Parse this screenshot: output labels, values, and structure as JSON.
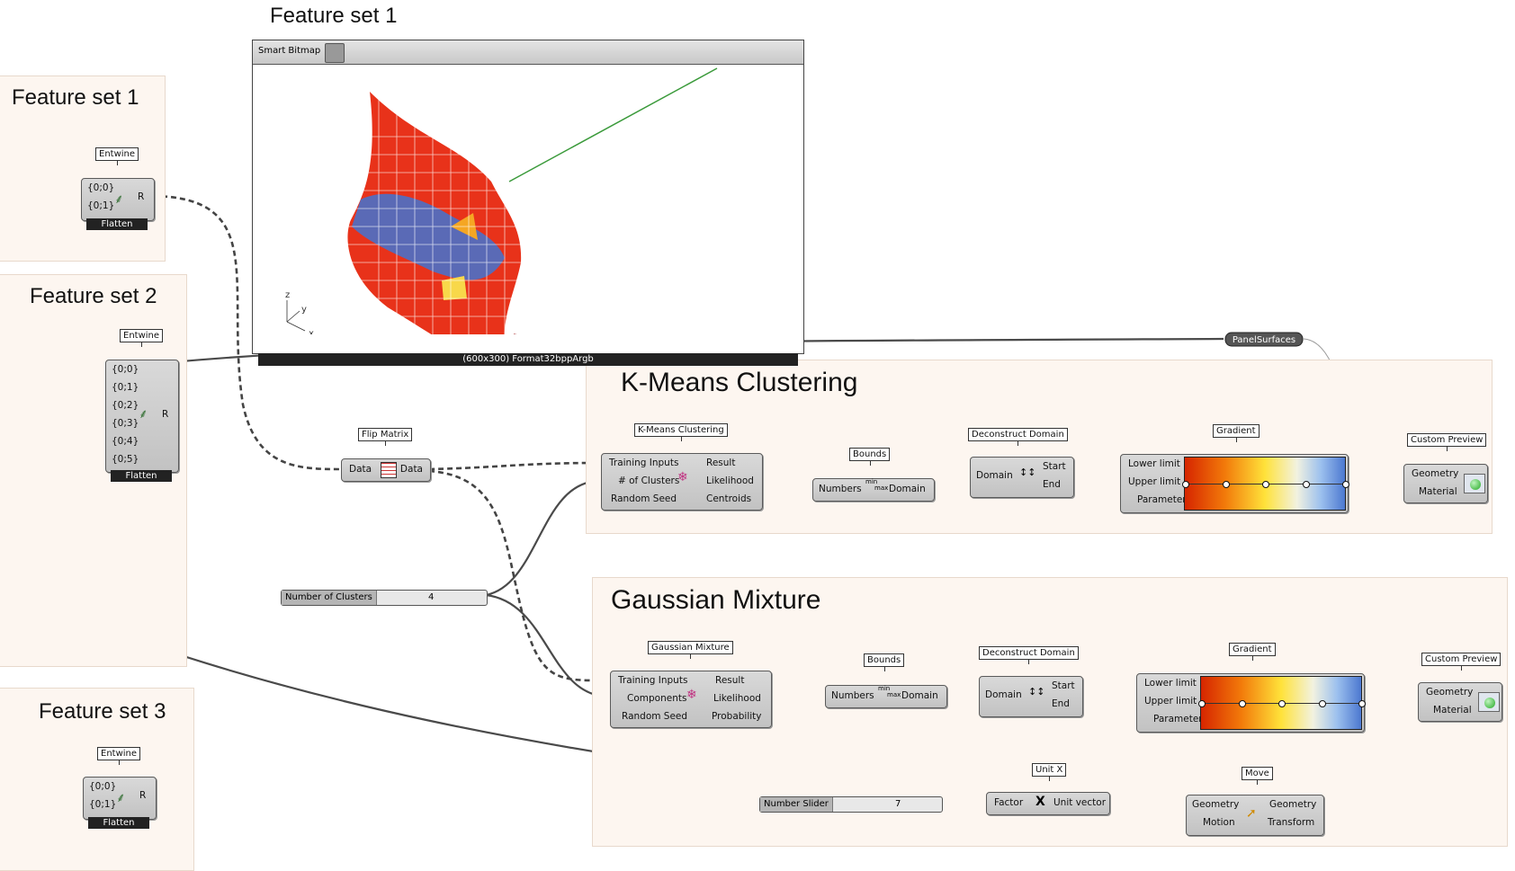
{
  "groups": {
    "fs1": "Feature set 1",
    "fs2": "Feature set 2",
    "fs3": "Feature set 3",
    "bitmap": "Feature set 1",
    "kmeans": "K-Means Clustering",
    "gauss": "Gaussian Mixture"
  },
  "entwine": {
    "label": "Entwine",
    "flatten": "Flatten",
    "output": "R",
    "inputs2": [
      "{0;0}",
      "{0;1}"
    ],
    "inputs6": [
      "{0;0}",
      "{0;1}",
      "{0;2}",
      "{0;3}",
      "{0;4}",
      "{0;5}"
    ]
  },
  "bitmap": {
    "title": "Smart Bitmap",
    "footer": "(600x300) Format32bppArgb",
    "axis_z": "z",
    "axis_y": "y",
    "axis_x": "x"
  },
  "relay": "PanelSurfaces",
  "flip_matrix": {
    "label": "Flip Matrix",
    "in": "Data",
    "out": "Data"
  },
  "sliders": {
    "clusters": {
      "name": "Number of Clusters",
      "value": "4"
    },
    "number": {
      "name": "Number Slider",
      "value": "7"
    }
  },
  "kmeans": {
    "label": "K-Means Clustering",
    "inputs": [
      "Training Inputs",
      "# of Clusters",
      "Random Seed"
    ],
    "outputs": [
      "Result",
      "Likelihood",
      "Centroids"
    ]
  },
  "gauss": {
    "label": "Gaussian Mixture",
    "inputs": [
      "Training Inputs",
      "Components",
      "Random Seed"
    ],
    "outputs": [
      "Result",
      "Likelihood",
      "Probability"
    ]
  },
  "bounds": {
    "label": "Bounds",
    "in": "Numbers",
    "out": "Domain",
    "icon_top": "min",
    "icon_bot": "max"
  },
  "deconstruct": {
    "label": "Deconstruct Domain",
    "in": "Domain",
    "outs": [
      "Start",
      "End"
    ]
  },
  "gradient": {
    "label": "Gradient",
    "inputs": [
      "Lower limit",
      "Upper limit",
      "Parameter"
    ]
  },
  "preview": {
    "label": "Custom Preview",
    "inputs": [
      "Geometry",
      "Material"
    ]
  },
  "unitx": {
    "label": "Unit X",
    "in": "Factor",
    "out": "Unit vector",
    "icon": "X"
  },
  "move": {
    "label": "Move",
    "inputs": [
      "Geometry",
      "Motion"
    ],
    "outputs": [
      "Geometry",
      "Transform"
    ]
  },
  "colors": {
    "group_bg": "#fdf6f0",
    "surface_red": "#e8321a",
    "surface_blue": "#4a70c8",
    "surface_orange": "#f5a623",
    "surface_yellow": "#f8d84a",
    "axis_green": "#3a9a3a",
    "axis_red": "#a83030"
  }
}
